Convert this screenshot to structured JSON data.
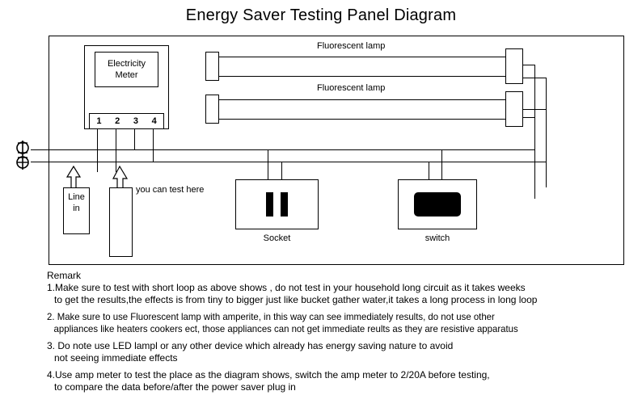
{
  "title": "Energy Saver Testing Panel Diagram",
  "meter": {
    "label_line1": "Electricity",
    "label_line2": "Meter",
    "terminals": [
      "1",
      "2",
      "3",
      "4"
    ]
  },
  "lamps": [
    {
      "label": "Fluorescent lamp"
    },
    {
      "label": "Fluorescent lamp"
    }
  ],
  "devices": {
    "socket_label": "Socket",
    "switch_label": "switch"
  },
  "probes": {
    "line_in_line1": "Line",
    "line_in_line2": "in",
    "test_note": "you can test here"
  },
  "remarks": {
    "heading": "Remark",
    "items": [
      {
        "number": "1.",
        "line1": "Make sure to test with short loop as above shows , do not test in your household long circuit as it takes weeks",
        "line2": "to get the results,the effects is from tiny to bigger just like bucket gather water,it takes a long process in long loop"
      },
      {
        "number": "2.",
        "line1": "Make sure to use Fluorescent lamp with amperite,   in this way can see immediately results, do not use other",
        "line2": "appliances like heaters cookers ect, those appliances can not get immediate reults as they are resistive apparatus"
      },
      {
        "number": "3.",
        "line1": "Do note use LED lampl or any other device which already has energy saving nature to avoid",
        "line2": "not seeing immediate effects"
      },
      {
        "number": "4.",
        "line1": "Use amp meter to test the place as the diagram shows, switch the amp meter to 2/20A before testing,",
        "line2": "to compare the data before/after the power saver plug in"
      }
    ]
  },
  "colors": {
    "ink": "#000000",
    "background": "#ffffff"
  }
}
